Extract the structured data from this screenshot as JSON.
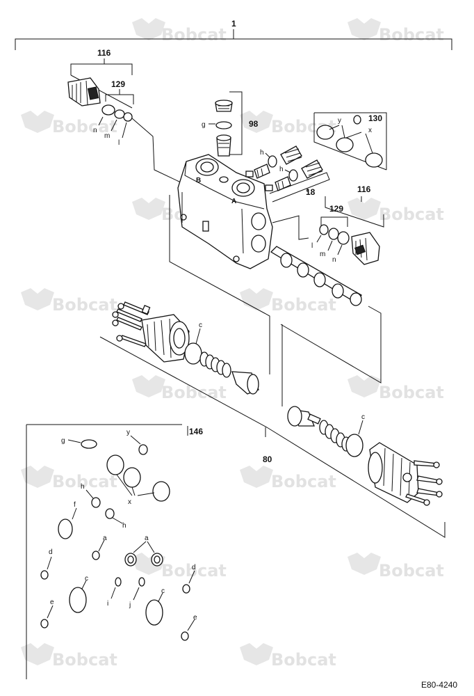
{
  "watermark": "Bobcat",
  "reference": "E80-4240",
  "callouts": {
    "assembly": "1",
    "relief_valve_top": "116",
    "relief_valve_right": "116",
    "kit_129_top": "129",
    "kit_129_right": "129",
    "kit_130": "130",
    "spool_98": "98",
    "plug_18": "18",
    "spool_80": "80",
    "seal_kit_146": "146"
  },
  "letters": {
    "n1": "n",
    "m1": "m",
    "l1": "l",
    "g1": "g",
    "y1": "y",
    "x1": "x",
    "h1": "h",
    "h2": "h",
    "l2": "l",
    "m2": "m",
    "n2": "n",
    "c1": "c",
    "c2": "c",
    "port_b": "B",
    "port_a": "A",
    "k_g": "g",
    "k_y": "y",
    "k_h": "h",
    "k_x": "x",
    "k_f": "f",
    "k_h2": "h",
    "k_a1": "a",
    "k_a2": "a",
    "k_d1": "d",
    "k_c1": "c",
    "k_i": "i",
    "k_j": "j",
    "k_c2": "c",
    "k_d2": "d",
    "k_e1": "e",
    "k_e2": "e"
  }
}
